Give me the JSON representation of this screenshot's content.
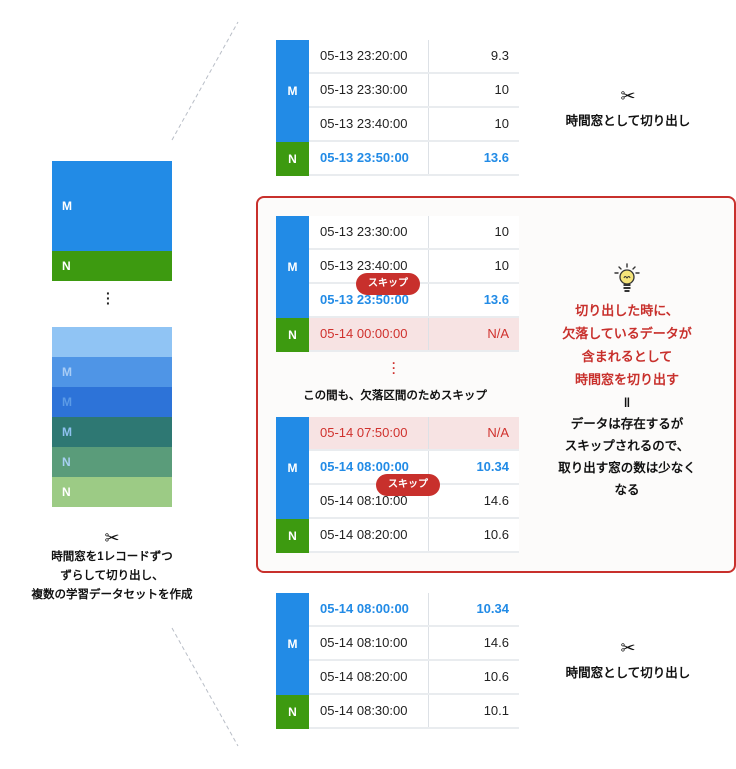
{
  "overview": {
    "m_label": "M",
    "n_label": "N",
    "ellipsis": "⋮",
    "stack": [
      {
        "label": "",
        "color": "#90c4f4",
        "text_color": "#90c4f4"
      },
      {
        "label": "M",
        "color": "#4f95e6",
        "text_color": "#a8cdf5"
      },
      {
        "label": "M",
        "color": "#2d73d8",
        "text_color": "#5c9be6"
      },
      {
        "label": "M",
        "color": "#2e7873",
        "text_color": "#8fc1f0"
      },
      {
        "label": "N",
        "color": "#5a9c7a",
        "text_color": "#a7d0f2"
      },
      {
        "label": "N",
        "color": "#9ccb85",
        "text_color": "#ffffff"
      }
    ],
    "caption_icon": "scissors-icon",
    "caption_lines": [
      "時間窓を1レコードずつ",
      "ずらして切り出し、",
      "複数の学習データセットを作成"
    ]
  },
  "colors": {
    "m_tag": "#228be6",
    "n_tag": "#3d9a10",
    "highlight_text": "#228be6",
    "missing_text": "#d0312d",
    "missing_bg": "#f7e3e3",
    "accent_red": "#c8302c"
  },
  "window1": {
    "rows": [
      {
        "time": "05-13 23:20:00",
        "value": "9.3",
        "style": ""
      },
      {
        "time": "05-13 23:30:00",
        "value": "10",
        "style": ""
      },
      {
        "time": "05-13 23:40:00",
        "value": "10",
        "style": ""
      },
      {
        "time": "05-13 23:50:00",
        "value": "13.6",
        "style": "hl"
      }
    ],
    "m_tag": "M",
    "n_tag": "N",
    "note_icon": "scissors-icon",
    "note": "時間窓として切り出し"
  },
  "skip_box": {
    "table_a": {
      "rows": [
        {
          "time": "05-13 23:30:00",
          "value": "10",
          "style": ""
        },
        {
          "time": "05-13 23:40:00",
          "value": "10",
          "style": ""
        },
        {
          "time": "05-13 23:50:00",
          "value": "13.6",
          "style": "hl"
        },
        {
          "time": "05-14 00:00:00",
          "value": "N/A",
          "style": "na"
        }
      ],
      "m_tag": "M",
      "n_tag": "N",
      "skip_badge": "スキップ"
    },
    "gap_ellipsis": "⋮",
    "gap_text": "この間も、欠落区間のためスキップ",
    "table_b": {
      "rows": [
        {
          "time": "05-14 07:50:00",
          "value": "N/A",
          "style": "na"
        },
        {
          "time": "05-14 08:00:00",
          "value": "10.34",
          "style": "hl"
        },
        {
          "time": "05-14 08:10:00",
          "value": "14.6",
          "style": ""
        },
        {
          "time": "05-14 08:20:00",
          "value": "10.6",
          "style": ""
        }
      ],
      "m_tag": "M",
      "n_tag": "N",
      "skip_badge": "スキップ"
    },
    "insight": {
      "icon": "lightbulb-icon",
      "red_lines": [
        "切り出した時に、",
        "欠落しているデータが",
        "含まれるとして",
        "時間窓を切り出す"
      ],
      "equals": "॥",
      "black_lines": [
        "データは存在するが",
        "スキップされるので、",
        "取り出す窓の数は少なく",
        "なる"
      ]
    }
  },
  "window2": {
    "rows": [
      {
        "time": "05-14 08:00:00",
        "value": "10.34",
        "style": "hl"
      },
      {
        "time": "05-14 08:10:00",
        "value": "14.6",
        "style": ""
      },
      {
        "time": "05-14 08:20:00",
        "value": "10.6",
        "style": ""
      },
      {
        "time": "05-14 08:30:00",
        "value": "10.1",
        "style": ""
      }
    ],
    "m_tag": "M",
    "n_tag": "N",
    "note_icon": "scissors-icon",
    "note": "時間窓として切り出し"
  }
}
